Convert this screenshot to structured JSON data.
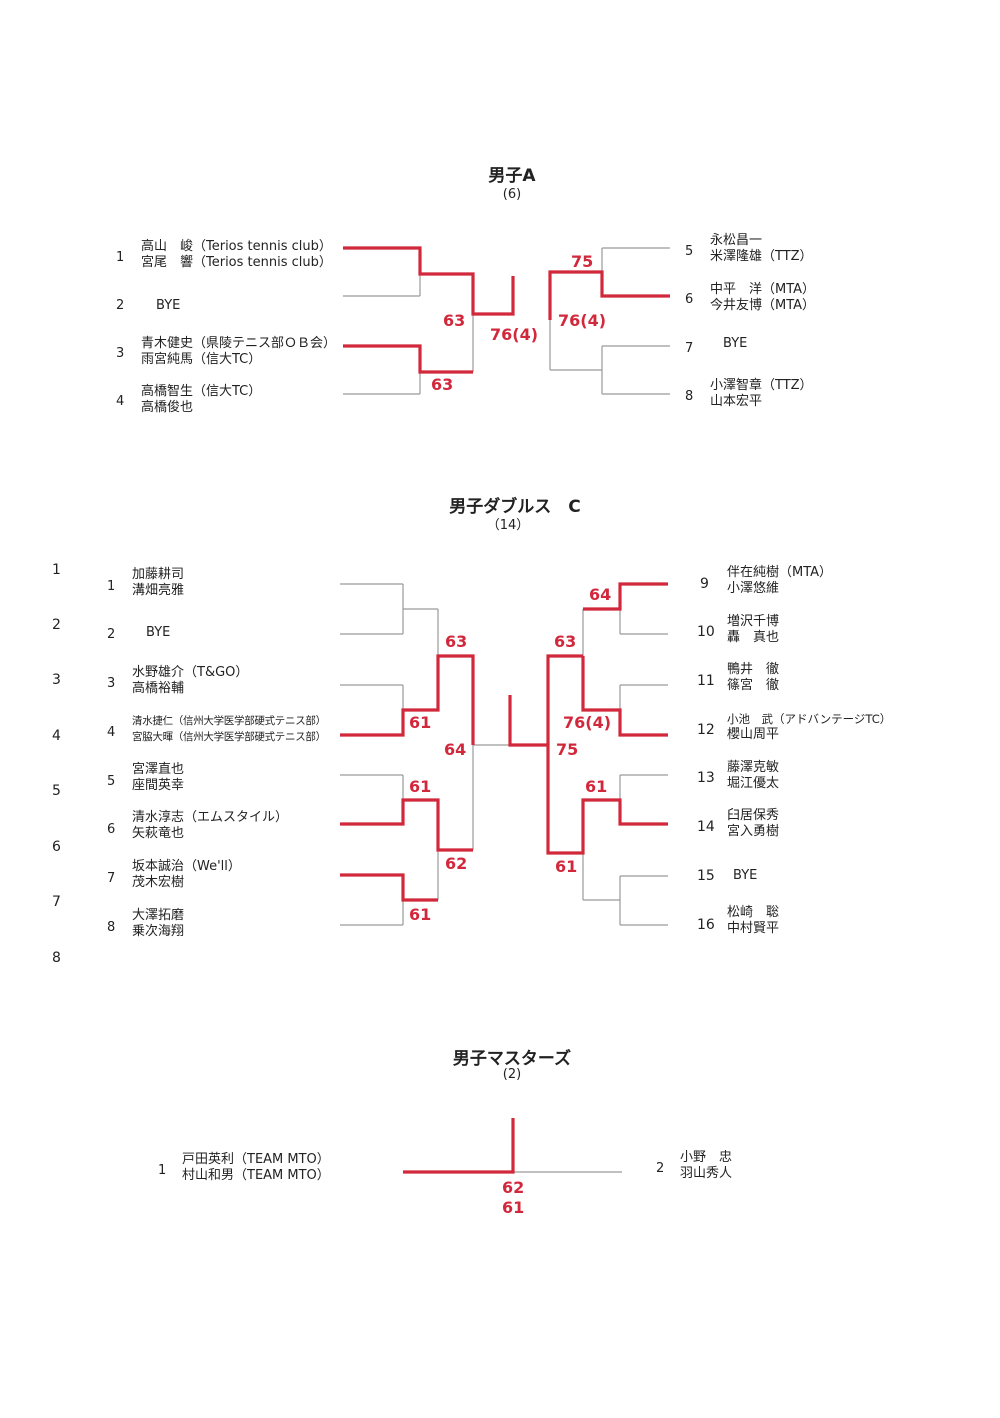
{
  "colors": {
    "winner_line": "#d2283c",
    "bracket_line": "#9a9a9a",
    "score_text": "#d2283c"
  },
  "margin_numbers": [
    "1",
    "2",
    "3",
    "4",
    "5",
    "6",
    "7",
    "8"
  ],
  "section_a": {
    "title": "男子A",
    "count": "(6)",
    "entries": [
      {
        "seed": "1",
        "line1": "高山　峻（Terios tennis club）",
        "line2": "宮尾　響（Terios tennis club）"
      },
      {
        "seed": "2",
        "line1": "BYE"
      },
      {
        "seed": "3",
        "line1": "青木健史（県陵テニス部ＯＢ会）",
        "line2": "雨宮純馬（信大TC）"
      },
      {
        "seed": "4",
        "line1": "高橋智生（信大TC）",
        "line2": "高橋俊也"
      },
      {
        "seed": "5",
        "line1": "永松昌一",
        "line2": "米澤隆雄（TTZ）"
      },
      {
        "seed": "6",
        "line1": "中平　洋（MTA）",
        "line2": "今井友博（MTA）"
      },
      {
        "seed": "7",
        "line1": "BYE"
      },
      {
        "seed": "8",
        "line1": "小澤智章（TTZ）",
        "line2": "山本宏平"
      }
    ],
    "scores": [
      "63",
      "63",
      "76(4)",
      "75",
      "76(4)"
    ]
  },
  "section_c": {
    "title": "男子ダブルス　C",
    "count": "（14）",
    "entries": [
      {
        "seed": "1",
        "line1": "加藤耕司",
        "line2": "溝畑亮雅"
      },
      {
        "seed": "2",
        "line1": "BYE"
      },
      {
        "seed": "3",
        "line1": "水野雄介（T&GO）",
        "line2": "高橋裕輔"
      },
      {
        "seed": "4",
        "line1": "清水捷仁（信州大学医学部硬式テニス部）",
        "line2": "宮脇大暉（信州大学医学部硬式テニス部）"
      },
      {
        "seed": "5",
        "line1": "宮澤直也",
        "line2": "座間英幸"
      },
      {
        "seed": "6",
        "line1": "清水淳志（エムスタイル）",
        "line2": "矢萩竜也"
      },
      {
        "seed": "7",
        "line1": "坂本誠治（We'll）",
        "line2": "茂木宏樹"
      },
      {
        "seed": "8",
        "line1": "大澤拓磨",
        "line2": "乗次海翔"
      },
      {
        "seed": "9",
        "line1": "伴在純樹（MTA）",
        "line2": "小澤悠維"
      },
      {
        "seed": "10",
        "line1": "増沢千博",
        "line2": "轟　真也"
      },
      {
        "seed": "11",
        "line1": "鴨井　徹",
        "line2": "篠宮　徹"
      },
      {
        "seed": "12",
        "line1": "小池　武（アドバンテージTC）",
        "line2": "櫻山周平"
      },
      {
        "seed": "13",
        "line1": "藤澤克敏",
        "line2": "堀江優太"
      },
      {
        "seed": "14",
        "line1": "臼居保秀",
        "line2": "宮入勇樹"
      },
      {
        "seed": "15",
        "line1": "BYE"
      },
      {
        "seed": "16",
        "line1": "松崎　聡",
        "line2": "中村賢平"
      }
    ],
    "scores": [
      "63",
      "61",
      "64",
      "61",
      "62",
      "61",
      "64",
      "63",
      "76(4)",
      "75",
      "61",
      "61"
    ]
  },
  "section_m": {
    "title": "男子マスターズ",
    "count": "(2)",
    "entries": [
      {
        "seed": "1",
        "line1": "戸田英利（TEAM MTO）",
        "line2": "村山和男（TEAM MTO）"
      },
      {
        "seed": "2",
        "line1": "小野　忠",
        "line2": "羽山秀人"
      }
    ],
    "scores": [
      "62",
      "61"
    ]
  }
}
